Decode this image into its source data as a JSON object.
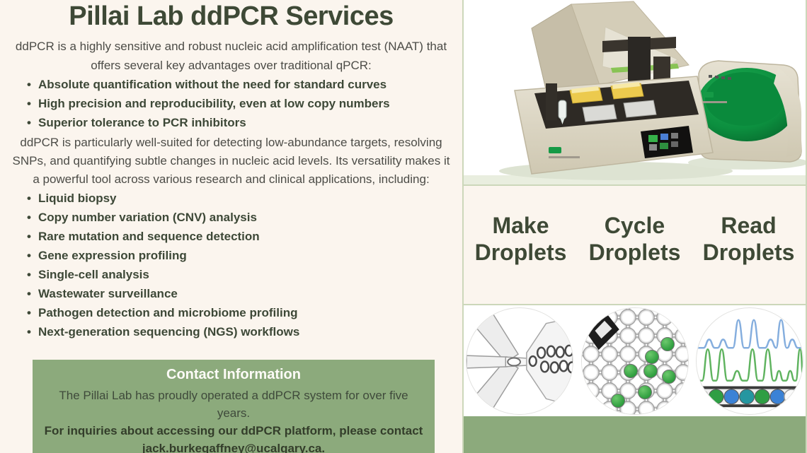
{
  "left": {
    "title": "Pillai Lab ddPCR Services",
    "intro": "ddPCR is a highly sensitive and robust nucleic acid amplification test (NAAT) that offers several key advantages over traditional qPCR:",
    "advantages": [
      "Absolute quantification without the need for standard curves",
      "High precision and reproducibility, even at low copy numbers",
      "Superior tolerance to PCR inhibitors"
    ],
    "body": "ddPCR is particularly well-suited for detecting low-abundance targets, resolving SNPs, and quantifying subtle changes in nucleic acid levels. Its versatility makes it a powerful tool across various research and clinical applications, including:",
    "applications": [
      "Liquid biopsy",
      "Copy number variation (CNV) analysis",
      "Rare mutation and sequence detection",
      "Gene expression profiling",
      "Single-cell analysis",
      "Wastewater surveillance",
      "Pathogen detection and microbiome profiling",
      "Next-generation sequencing (NGS) workflows"
    ],
    "contact": {
      "heading": "Contact Information",
      "line1": "The Pillai Lab has proudly operated a ddPCR system for over five years.",
      "line2": "For inquiries about accessing our ddPCR platform, please contact",
      "email": "jack.burkegaffney@ucalgary.ca."
    }
  },
  "right": {
    "steps": [
      {
        "label": "Make Droplets"
      },
      {
        "label": "Cycle Droplets"
      },
      {
        "label": "Read Droplets"
      }
    ],
    "images": {
      "instruments": "bio-rad-ddpcr-droplet-generator-and-reader",
      "step1": "microfluidic-droplet-generation",
      "step2": "droplet-emulsion-with-positive-green-droplets",
      "step3": "fluorescence-readout-traces-over-droplet-channel"
    }
  },
  "colors": {
    "cream_bg": "#fbf5ee",
    "sage_green": "#8caa7c",
    "heading_green": "#3e4936",
    "body_text": "#4c4c47",
    "divider": "#ccd7ba",
    "trace_blue": "#85aede",
    "trace_green": "#5fb35f",
    "droplet_green": "#2f9e3f",
    "droplet_blue": "#3b82d6",
    "droplet_teal": "#2596a0",
    "basin_green": "#0c8f3f"
  }
}
